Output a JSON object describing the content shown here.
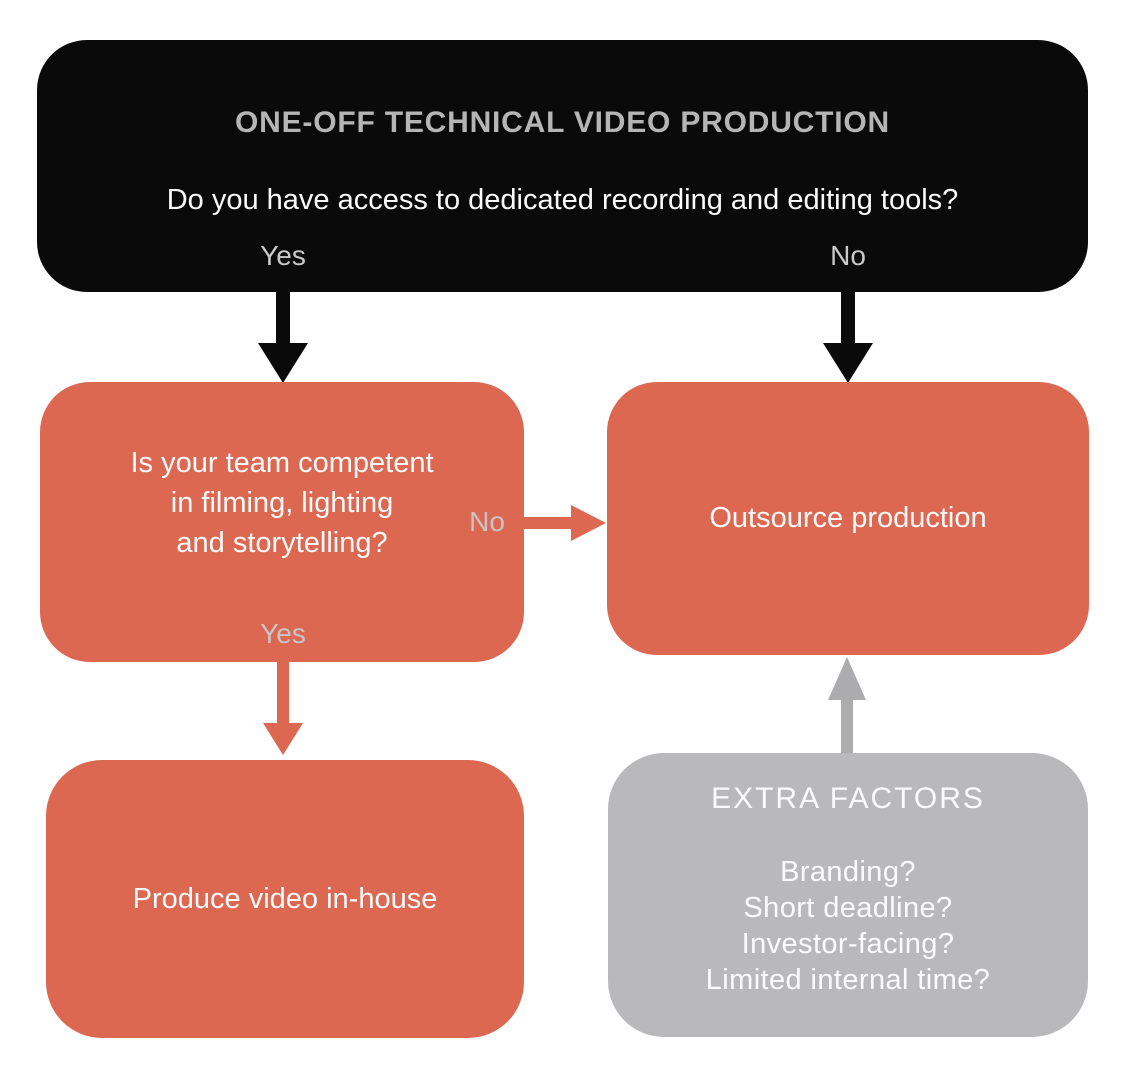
{
  "colors": {
    "node_black": "#0A0A0A",
    "node_orange": "#DD6852",
    "node_gray": "#B9B9BB",
    "arrow_orange": "#DD6852",
    "arrow_gray": "#ACACAE",
    "title_text": "#B5B5B5",
    "muted_label": "#C9C9C9",
    "muted_label_on_orange": "#C9C4C7",
    "white_text": "#FBFBFB"
  },
  "start_node": {
    "title": "ONE-OFF TECHNICAL VIDEO PRODUCTION",
    "question": "Do you have access to dedicated recording and editing tools?",
    "yes_label": "Yes",
    "no_label": "No"
  },
  "team_node": {
    "question_lines": [
      "Is your team competent",
      "in filming, lighting",
      "and storytelling?"
    ],
    "yes_label": "Yes",
    "no_label": "No"
  },
  "outsource_node": {
    "label": "Outsource production"
  },
  "inhouse_node": {
    "label": "Produce video in-house"
  },
  "extra_node": {
    "title": "EXTRA FACTORS",
    "items": [
      "Branding?",
      "Short deadline?",
      "Investor-facing?",
      "Limited internal time?"
    ]
  }
}
